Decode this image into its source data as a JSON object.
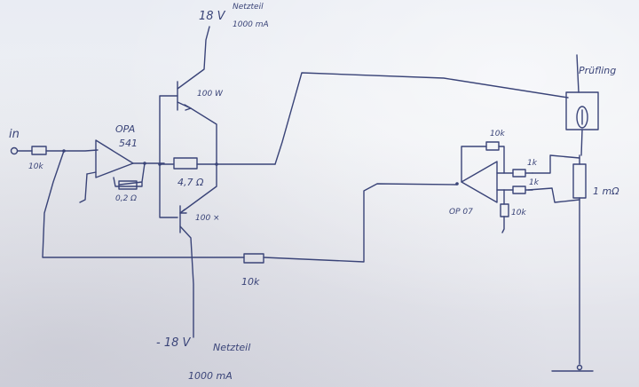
{
  "labels": {
    "supply_pos_voltage": "18 V",
    "supply_pos_note": "Netzteil",
    "supply_pos_current": "1000 mA",
    "supply_neg_voltage": "- 18 V",
    "supply_neg_note": "Netzteil",
    "supply_neg_current": "1000 mA",
    "input": "in",
    "input_resistor": "10k",
    "opamp1_name": "OPA",
    "opamp1_model": "541",
    "opamp1_feedback": "0,2 Ω",
    "emitter_resistor": "4,7 Ω",
    "transistor_top": "100 W",
    "transistor_bottom": "100 ×",
    "feedback_resistor": "10k",
    "dut": "Prüfling",
    "shunt": "1 mΩ",
    "opamp2_name": "OP 07",
    "opamp2_fb": "10k",
    "opamp2_in1": "1k",
    "opamp2_in2": "1k",
    "opamp2_gnd": "10k"
  }
}
